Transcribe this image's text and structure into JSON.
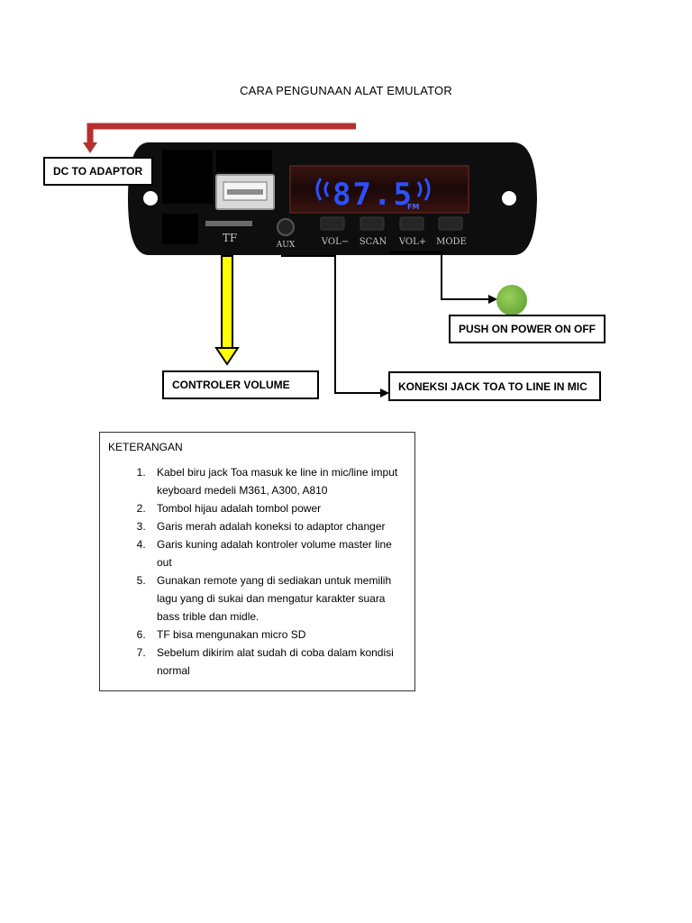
{
  "title": "CARA PENGUNAAN ALAT EMULATOR",
  "labels": {
    "dc": "DC TO ADAPTOR",
    "push": "PUSH ON POWER ON OFF",
    "volume": "CONTROLER VOLUME",
    "jack": "KONEKSI JACK TOA TO LINE IN MIC"
  },
  "device": {
    "tf": "TF",
    "aux": "AUX",
    "buttons": [
      "VOL−",
      "SCAN",
      "VOL+",
      "MODE"
    ],
    "display_freq": "87.5",
    "display_unit": "FM"
  },
  "colors": {
    "red_line": "#b5302e",
    "yellow_line": "#ffff00",
    "power_button": "#7db843",
    "display_text": "#2d50ff"
  },
  "notes": {
    "heading": "KETERANGAN",
    "items": [
      "Kabel biru jack Toa masuk ke line in mic/line imput keyboard medeli M361, A300, A810",
      "Tombol hijau adalah tombol power",
      "Garis merah adalah koneksi to adaptor changer",
      "Garis kuning adalah kontroler volume master line out",
      "Gunakan remote yang di sediakan untuk memilih lagu yang di sukai dan mengatur karakter suara bass trible dan midle.",
      "TF bisa mengunakan micro SD",
      "Sebelum dikirim alat sudah di coba dalam kondisi normal"
    ]
  }
}
